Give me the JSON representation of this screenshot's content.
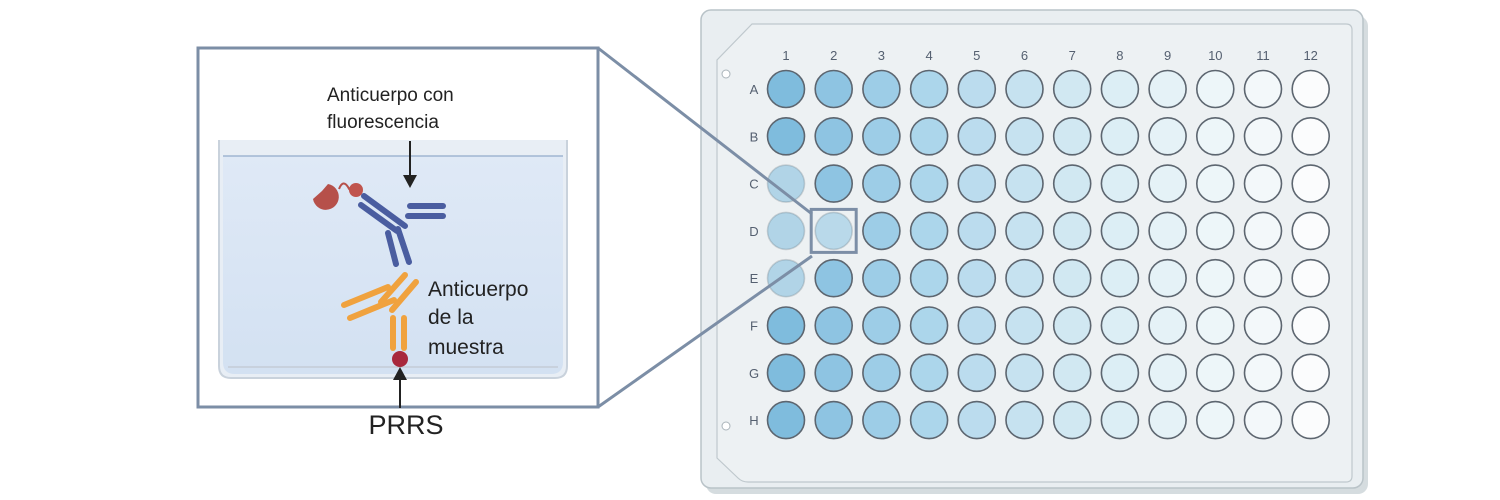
{
  "labels": {
    "detection_antibody": [
      "Anticuerpo con",
      "fluorescencia"
    ],
    "sample_antibody": [
      "Anticuerpo",
      "de la",
      "muestra"
    ],
    "antigen": "PRRS"
  },
  "plate": {
    "columns": [
      "1",
      "2",
      "3",
      "4",
      "5",
      "6",
      "7",
      "8",
      "9",
      "10",
      "11",
      "12"
    ],
    "rows": [
      "A",
      "B",
      "C",
      "D",
      "E",
      "F",
      "G",
      "H"
    ],
    "column_fill_colors": [
      "#7fbcdd",
      "#8ec4e2",
      "#9dcde7",
      "#acd6eb",
      "#bbdcee",
      "#c6e2f0",
      "#d1e8f2",
      "#dceef5",
      "#e5f2f7",
      "#edf6f9",
      "#f3f8fa",
      "#fbfcfd"
    ],
    "faded_wells": [
      {
        "row": "C",
        "col": 1
      },
      {
        "row": "D",
        "col": 1
      },
      {
        "row": "D",
        "col": 2
      },
      {
        "row": "E",
        "col": 1
      }
    ],
    "highlighted_well": {
      "row": "D",
      "col": 2
    }
  },
  "colors": {
    "frame": "#7c8ea6",
    "plate_body": "#e9eef1",
    "plate_border": "#b9c3c8",
    "well_border": "#5d6670",
    "antibody_blue": "#4a5da0",
    "antibody_orange": "#f0a23e",
    "fluorophore_red": "#b6504a",
    "antigen_red": "#a8283c"
  }
}
